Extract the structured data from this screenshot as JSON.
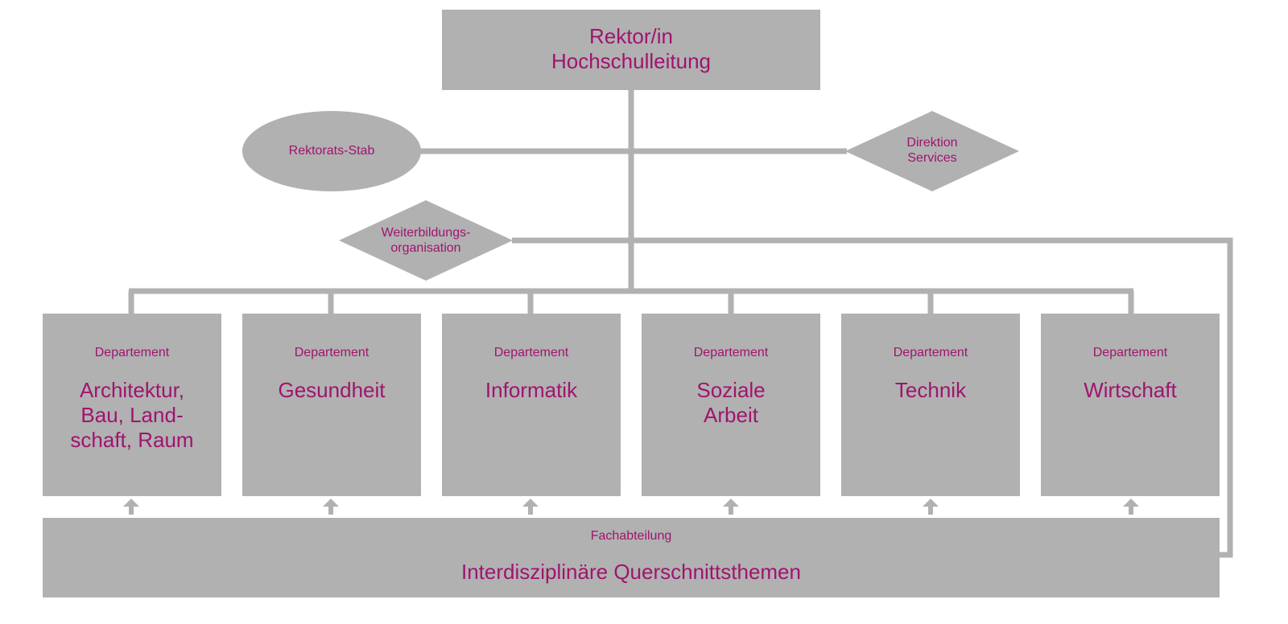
{
  "colors": {
    "shape": "#b1b1b1",
    "text": "#a0146f"
  },
  "top": {
    "line1": "Rektor/in",
    "line2": "Hochschulleitung"
  },
  "staff": {
    "label": "Rektorats-Stab"
  },
  "services": {
    "line1": "Direktion",
    "line2": "Services"
  },
  "training": {
    "line1": "Weiterbildungs-",
    "line2": "organisation"
  },
  "departments": [
    {
      "label": "Departement",
      "lines": [
        "Architektur,",
        "Bau, Land-",
        "schaft, Raum"
      ]
    },
    {
      "label": "Departement",
      "lines": [
        "Gesundheit"
      ]
    },
    {
      "label": "Departement",
      "lines": [
        "Informatik"
      ]
    },
    {
      "label": "Departement",
      "lines": [
        "Soziale",
        "Arbeit"
      ]
    },
    {
      "label": "Departement",
      "lines": [
        "Technik"
      ]
    },
    {
      "label": "Departement",
      "lines": [
        "Wirtschaft"
      ]
    }
  ],
  "bottom": {
    "label": "Fachabteilung",
    "title": "Interdisziplinäre Querschnittsthemen"
  }
}
